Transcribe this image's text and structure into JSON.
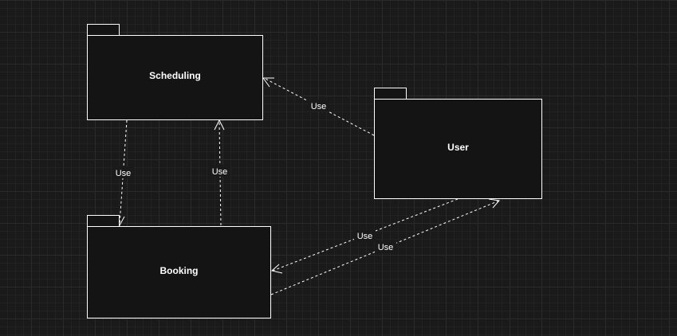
{
  "diagram": {
    "packages": [
      {
        "id": "scheduling",
        "label": "Scheduling"
      },
      {
        "id": "user",
        "label": "User"
      },
      {
        "id": "booking",
        "label": "Booking"
      }
    ],
    "dependencies": [
      {
        "from": "user",
        "to": "scheduling",
        "label": "Use"
      },
      {
        "from": "scheduling",
        "to": "booking",
        "label": "Use"
      },
      {
        "from": "booking",
        "to": "scheduling",
        "label": "Use"
      },
      {
        "from": "user",
        "to": "booking",
        "label": "Use"
      },
      {
        "from": "booking",
        "to": "user",
        "label": "Use"
      }
    ],
    "colors": {
      "background": "#1a1a1a",
      "package_fill": "#141414",
      "stroke": "#ffffff"
    }
  }
}
